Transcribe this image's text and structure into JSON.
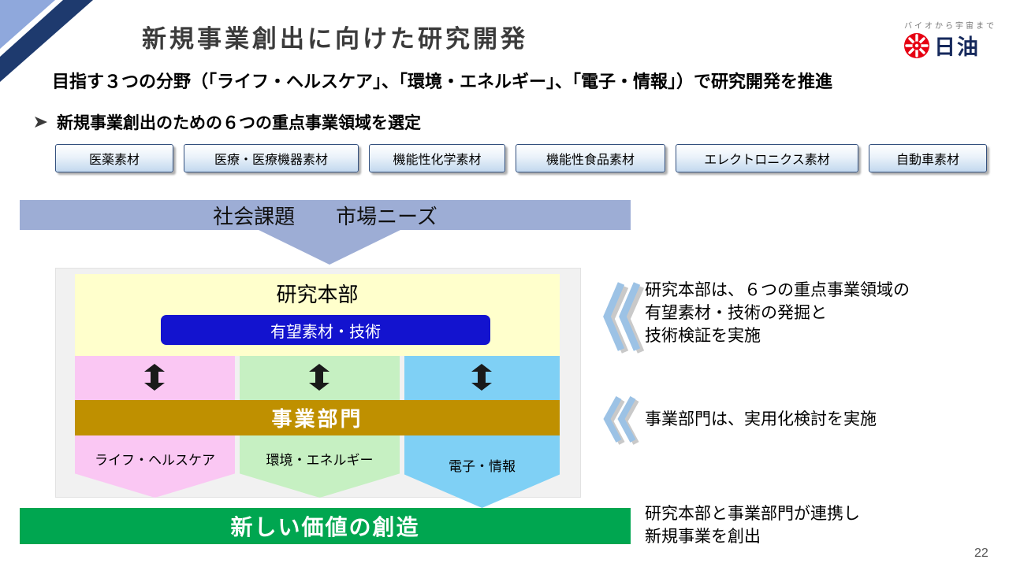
{
  "slide": {
    "title": "新規事業創出に向けた研究開発",
    "subtitle": "目指す３つの分野（「ライフ・ヘルスケア」、「環境・エネルギー」、「電子・情報」）で研究開発を推進",
    "bullet": "新規事業創出のための６つの重点事業領域を選定",
    "page_number": "22"
  },
  "logo": {
    "tagline": "バイオから宇宙まで",
    "brand": "日油"
  },
  "focus_domains": [
    "医薬素材",
    "医療・医療機器素材",
    "機能性化学素材",
    "機能性食品素材",
    "エレクトロニクス素材",
    "自動車素材"
  ],
  "needs_banner": {
    "label": "社会課題　　市場ニーズ"
  },
  "diagram": {
    "research_hq_label": "研究本部",
    "promising_label": "有望素材・技術",
    "business_div_label": "事業部門",
    "columns": [
      {
        "label": "ライフ・ヘルスケア"
      },
      {
        "label": "環境・エネルギー"
      },
      {
        "label": "電子・情報"
      }
    ]
  },
  "value_banner": {
    "label": "新しい価値の創造"
  },
  "annotations": [
    {
      "lines": [
        "研究本部は、６つの重点事業領域の",
        "有望素材・技術の発掘と",
        "技術検証を実施"
      ]
    },
    {
      "lines": [
        "事業部門は、実用化検討を実施"
      ]
    },
    {
      "lines": [
        "研究本部と事業部門が連携し",
        "新規事業を創出"
      ]
    }
  ],
  "colors": {
    "accent_navy": "#1e3a6e",
    "accent_periwinkle": "#8fa8dc",
    "banner_blue": "#9dadd5",
    "research_yellow": "#ffffcc",
    "promising_blue": "#1313cf",
    "business_gold": "#bf9000",
    "life_pink": "#fac7f3",
    "energy_green": "#c6f0c2",
    "electronics_blue": "#7fd0f5",
    "value_green": "#00a650",
    "logo_red": "#e60012"
  }
}
